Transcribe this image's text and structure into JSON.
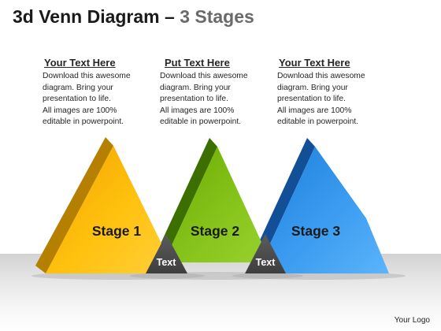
{
  "title": {
    "main": "3d Venn Diagram – ",
    "sub": "3 Stages"
  },
  "columns": [
    {
      "heading": "Your Text Here",
      "body": "Download this awesome\ndiagram. Bring your\npresentation to life.\nAll images are 100%\neditable in powerpoint."
    },
    {
      "heading": "Put Text Here",
      "body": "Download this awesome\ndiagram. Bring your\npresentation to life.\nAll images are 100%\neditable in powerpoint."
    },
    {
      "heading": "Your Text Here",
      "body": "Download this awesome\ndiagram. Bring your\npresentation to life.\nAll images are 100%\neditable in powerpoint."
    }
  ],
  "stages": [
    {
      "label": "Stage 1",
      "color": "#f5b400"
    },
    {
      "label": "Stage 2",
      "color": "#7cbc0c"
    },
    {
      "label": "Stage 3",
      "color": "#2f8fe6"
    }
  ],
  "overlaps": [
    "Text",
    "Text"
  ],
  "logo": "Your Logo"
}
